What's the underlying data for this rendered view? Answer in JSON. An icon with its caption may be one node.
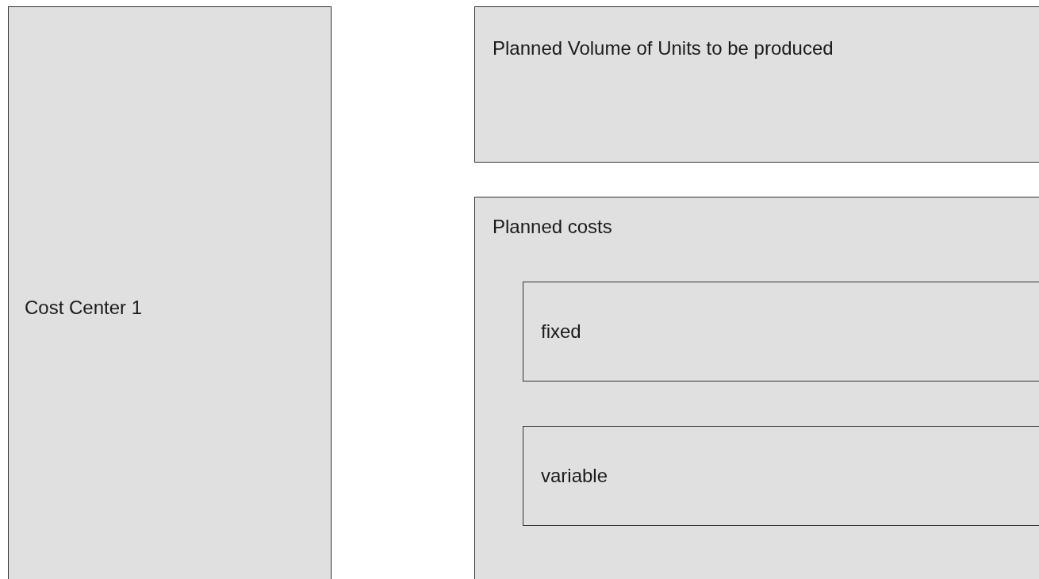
{
  "diagram": {
    "nodes": [
      {
        "text": [
          "Cost Center 1"
        ]
      },
      {
        "text": [
          "Planned Volume of Units to be produced"
        ]
      },
      {
        "text": [
          "Planned costs"
        ]
      },
      {
        "text": [
          "fixed"
        ],
        "in": 2
      },
      {
        "text": [
          "variable"
        ],
        "in": 2
      }
    ]
  }
}
